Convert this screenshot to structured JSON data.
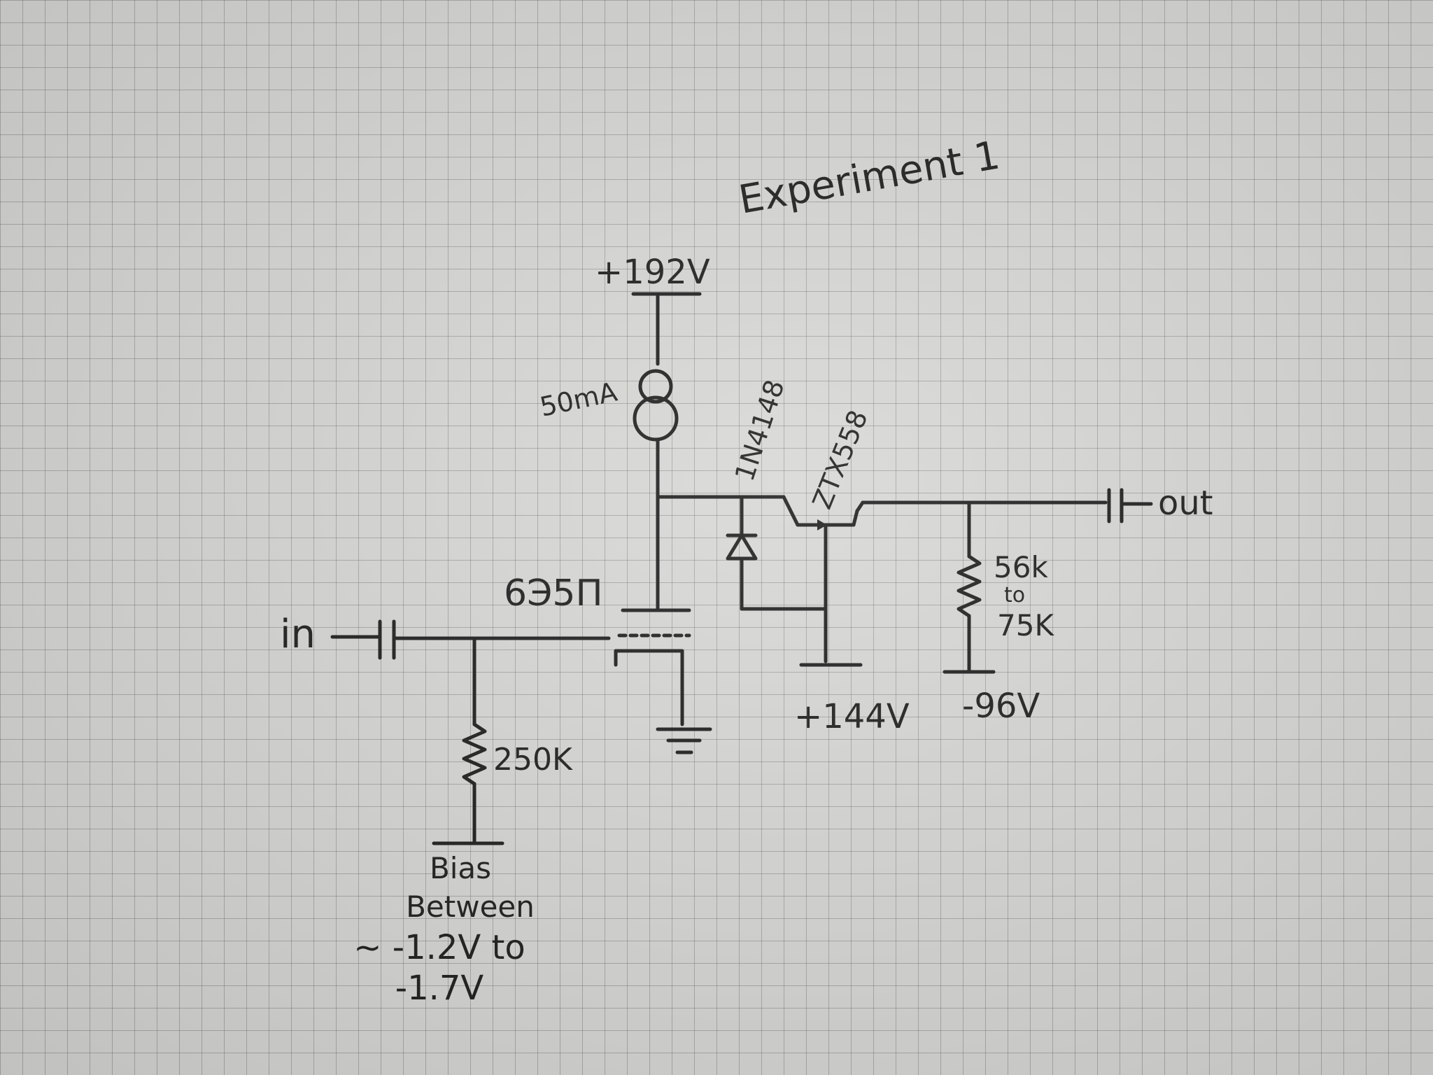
{
  "title": "Experiment 1",
  "supply_top": "+192V",
  "current_source": "50mA",
  "diode": "1N4148",
  "transistor": "ZTX558",
  "tube": "6Э5П",
  "input_label": "in",
  "output_label": "out",
  "grid_resistor": "250K",
  "bias_note": [
    "Bias",
    "Between",
    "~ -1.2V to",
    "-1.7V"
  ],
  "collector_supply": "+144V",
  "load_resistor": [
    "56k",
    "to",
    "75K"
  ],
  "negative_supply": "-96V",
  "colors": {
    "ink": "#1c1c1c",
    "paper": "#d7d7d5",
    "grid": "#5f5f5f"
  }
}
